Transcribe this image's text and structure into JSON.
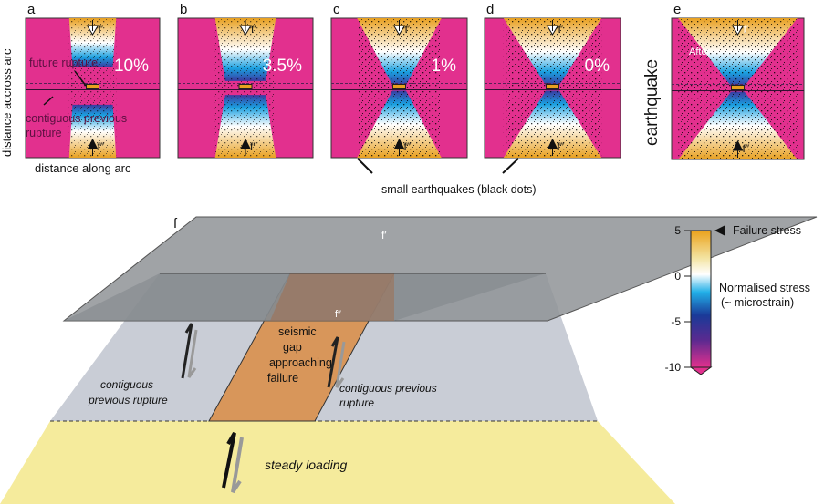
{
  "panels": [
    {
      "letter": "a",
      "percent": "10%"
    },
    {
      "letter": "b",
      "percent": "3.5%"
    },
    {
      "letter": "c",
      "percent": "1%"
    },
    {
      "letter": "d",
      "percent": "0%"
    },
    {
      "letter": "e",
      "percent": ""
    }
  ],
  "labels": {
    "y_axis": "distance accross arc",
    "x_axis": "distance along arc",
    "future_rupture": "future rupture",
    "contiguous_1": "contiguous previous",
    "contiguous_2": "rupture",
    "f_prime": "f′",
    "f_double": "f″",
    "after": "After",
    "earthquake": "earthquake",
    "small_eq": "small earthquakes (black dots)"
  },
  "panel_f": {
    "letter": "f",
    "gap": [
      "seismic",
      "gap",
      "approaching",
      "failure"
    ],
    "left_rupture": [
      "contiguous",
      "previous rupture"
    ],
    "right_rupture": [
      "contiguous previous",
      "rupture"
    ],
    "steady": "steady loading"
  },
  "colorbar": {
    "ticks": [
      "5",
      "0",
      "-5",
      "-10"
    ],
    "failure": "Failure stress",
    "title_1": "Normalised stress",
    "title_2": "(~ microstrain)"
  },
  "colors": {
    "pink": "#e2308e",
    "orange": "#e8a020",
    "gray": "#8f9397",
    "light": "#c9cdd6",
    "yellow": "#f5eb9c"
  }
}
